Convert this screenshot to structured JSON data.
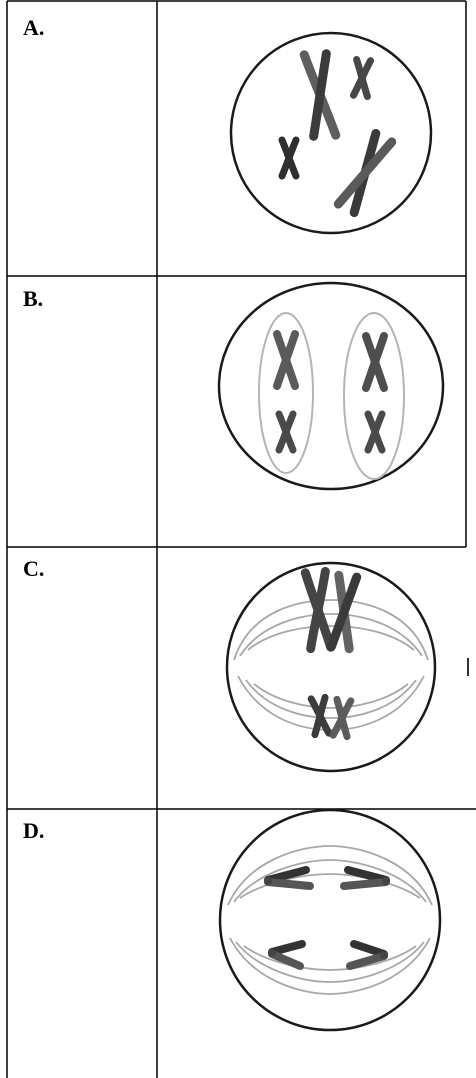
{
  "panels": [
    {
      "label": "A.",
      "stage": "chromosomes-condensed-scattered"
    },
    {
      "label": "B.",
      "stage": "chromosomes-in-two-nuclei"
    },
    {
      "label": "C.",
      "stage": "chromosomes-on-spindle-separating"
    },
    {
      "label": "D.",
      "stage": "chromatids-pulled-to-poles"
    }
  ],
  "colors": {
    "chromosome_dark": "#3b3b3b",
    "chromosome_light": "#7a7a7a",
    "spindle": "#a8a8a8",
    "nuclear_envelope": "#b5b5b5",
    "cell_outline": "#1a1a1a",
    "table_border": "#000000"
  }
}
